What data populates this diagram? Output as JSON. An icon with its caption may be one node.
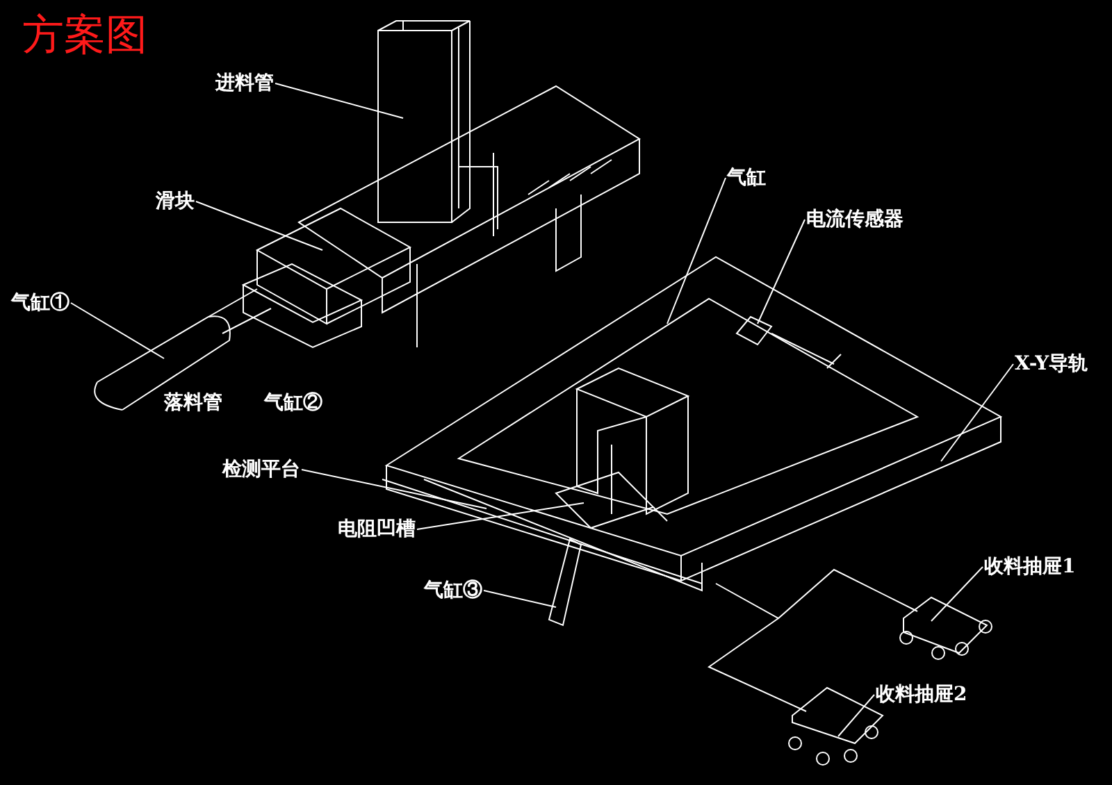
{
  "diagram": {
    "title": "方案图",
    "nodes": [
      {
        "text": [
          "进料管"
        ]
      },
      {
        "text": [
          "滑块"
        ]
      },
      {
        "text": [
          "气缸①"
        ]
      },
      {
        "text": [
          "检测平台"
        ]
      },
      {
        "text": [
          "电阻凹槽"
        ]
      },
      {
        "text": [
          "气缸③"
        ]
      },
      {
        "text": [
          "气缸"
        ]
      },
      {
        "text": [
          "电流传感器"
        ]
      },
      {
        "text": [
          "X-Y导轨"
        ]
      },
      {
        "text": [
          "收料抽屉1"
        ]
      },
      {
        "text": [
          "收料抽屉2"
        ]
      }
    ],
    "edges": [
      {
        "from": 0,
        "to": null,
        "arrow": "none"
      },
      {
        "from": 1,
        "to": null,
        "arrow": "none"
      },
      {
        "from": 2,
        "to": null,
        "arrow": "none"
      },
      {
        "from": 3,
        "to": null,
        "arrow": "none"
      },
      {
        "from": 4,
        "to": null,
        "arrow": "none"
      },
      {
        "from": 5,
        "to": null,
        "arrow": "none"
      },
      {
        "from": 6,
        "to": null,
        "arrow": "none"
      },
      {
        "from": 7,
        "to": null,
        "arrow": "none"
      },
      {
        "from": 8,
        "to": null,
        "arrow": "none"
      },
      {
        "from": 9,
        "to": null,
        "arrow": "none"
      },
      {
        "from": 10,
        "to": null,
        "arrow": "none"
      }
    ],
    "labels": [
      "落料管",
      "气缸②"
    ]
  }
}
